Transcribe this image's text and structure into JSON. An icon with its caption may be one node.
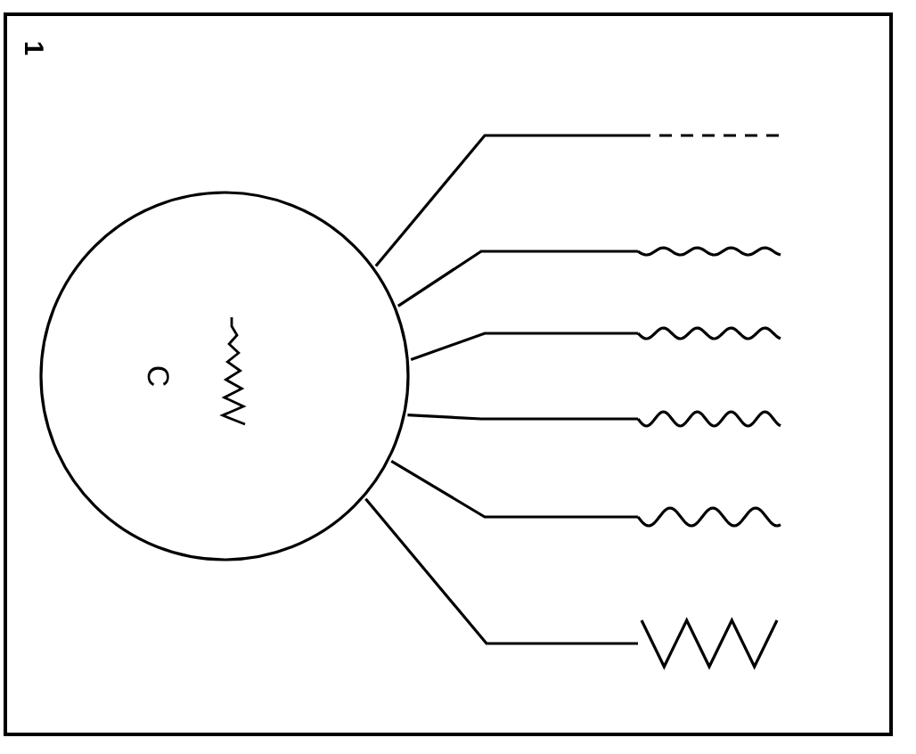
{
  "diagram": {
    "nodes": [
      {
        "text": [
          "C"
        ]
      },
      {
        "text": [],
        "shape": "picture"
      },
      {
        "text": [],
        "shape": "picture"
      },
      {
        "text": [],
        "shape": "picture"
      },
      {
        "text": [],
        "shape": "picture"
      },
      {
        "text": [],
        "shape": "picture"
      },
      {
        "text": [],
        "shape": "picture"
      }
    ],
    "edges": [
      {
        "from": 0,
        "to": 1,
        "arrow": "none"
      },
      {
        "from": 0,
        "to": 2,
        "arrow": "none"
      },
      {
        "from": 0,
        "to": 3,
        "arrow": "none"
      },
      {
        "from": 0,
        "to": 4,
        "arrow": "none"
      },
      {
        "from": 0,
        "to": 5,
        "arrow": "none"
      },
      {
        "from": 0,
        "to": 6,
        "arrow": "none"
      }
    ],
    "labels": [
      "1"
    ]
  }
}
